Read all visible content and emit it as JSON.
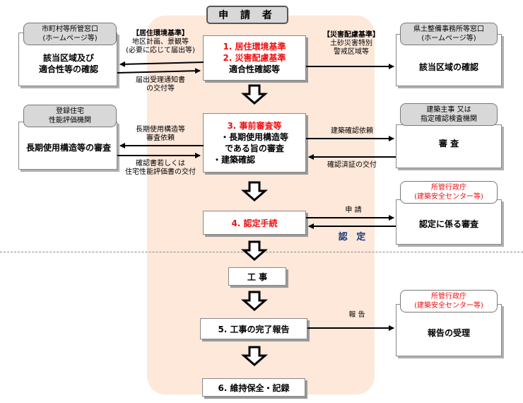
{
  "applicant": "申 請 者",
  "center": {
    "box1": {
      "red1": "1. 居住環境基準",
      "red2": "2. 災害配慮基準",
      "black": "適合性確認等"
    },
    "box3": {
      "red": "3. 事前審査等",
      "items": [
        "・長期使用構造等",
        "である旨の審査",
        "・建築確認"
      ]
    },
    "box4": "4. 認定手続",
    "construction": "工 事",
    "box5": "5. 工事の完了報告",
    "box6": "6. 維持保全・記録"
  },
  "left": {
    "municipal": {
      "tab": [
        "市町村等所管窓口",
        "(ホームページ等)"
      ],
      "text": [
        "該当区域及び",
        "適合性等の確認"
      ],
      "label_top": [
        "【居住環境基準】",
        "地区計画、景観等",
        "(必要に応じて届出等)"
      ],
      "label_bottom": [
        "届出受理通知書",
        "の交付等"
      ]
    },
    "evaluation": {
      "tab": [
        "登録住宅",
        "性能評価機関"
      ],
      "text": "長期使用構造等の審査",
      "label_top": [
        "長期使用構造等",
        "審査依頼"
      ],
      "label_bottom": [
        "確認書若しくは",
        "住宅性能評価書の交付"
      ]
    }
  },
  "right": {
    "prefecture": {
      "tab": [
        "県土整備事務所等窓口",
        "(ホームページ等)"
      ],
      "text": "該当区域の確認",
      "label": [
        "【災害配慮基準】",
        "土砂災害特別",
        "警戒区域等"
      ]
    },
    "building": {
      "tab": [
        "建築主事 又は",
        "指定確認検査機関"
      ],
      "text": "審 査",
      "label_top": "建築確認依頼",
      "label_bottom": "確認済証の交付"
    },
    "admin1": {
      "tab": [
        "所管行政庁",
        "(建築安全センター等)"
      ],
      "text": "認定に係る審査",
      "label_top": "申 請",
      "label_bottom": "認 定"
    },
    "admin2": {
      "tab": [
        "所管行政庁",
        "(建築安全センター等)"
      ],
      "text": "報告の受理",
      "label": "報 告"
    }
  },
  "colors": {
    "background_panel": "#fde8da",
    "accent_red": "#ee1111",
    "tab_gray": "#d8d8d8",
    "ninte_blue": "#1a3a7a"
  }
}
